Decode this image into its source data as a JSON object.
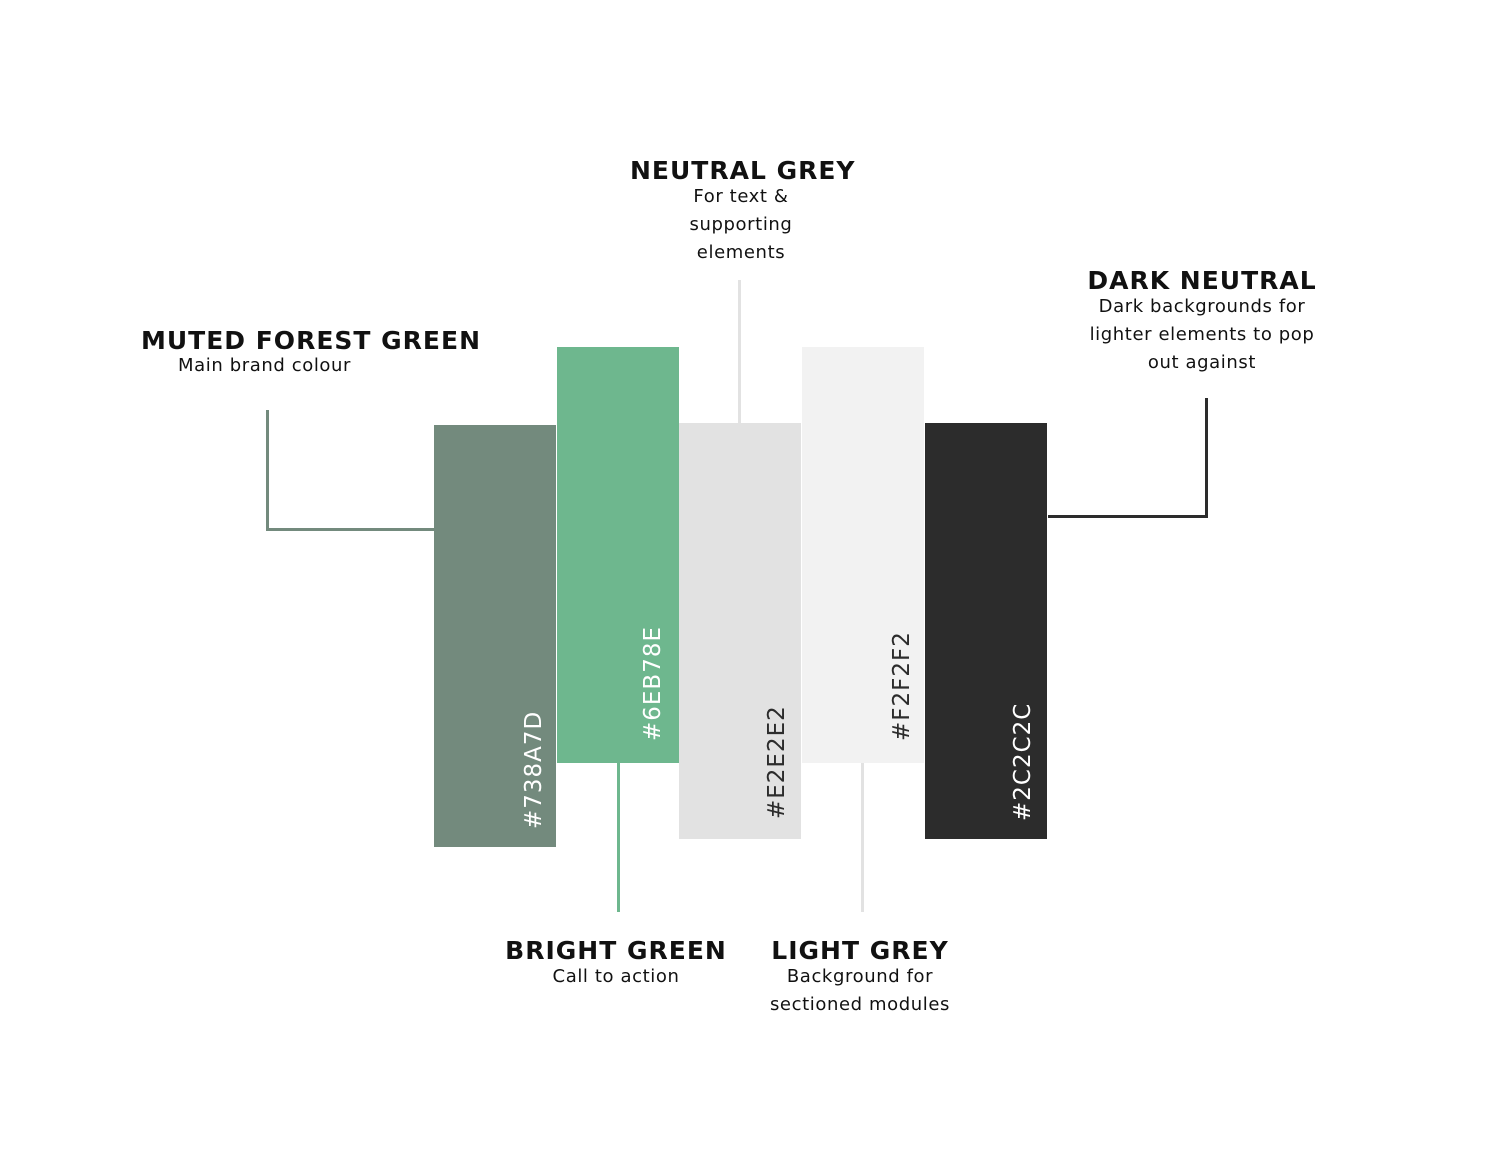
{
  "swatches": [
    {
      "id": "muted-forest-green",
      "hex": "#738A7D",
      "color": "#738A7D",
      "text_color": "#FFFFFF",
      "name": "MUTED FOREST GREEN",
      "description": "Main brand colour"
    },
    {
      "id": "bright-green",
      "hex": "#6EB78E",
      "color": "#6EB78E",
      "text_color": "#FFFFFF",
      "name": "BRIGHT GREEN",
      "description": "Call to action"
    },
    {
      "id": "neutral-grey",
      "hex": "#E2E2E2",
      "color": "#E2E2E2",
      "text_color": "#2C2C2C",
      "name": "NEUTRAL GREY",
      "description": "For text & supporting elements"
    },
    {
      "id": "light-grey",
      "hex": "#F2F2F2",
      "color": "#F2F2F2",
      "text_color": "#2C2C2C",
      "name": "LIGHT GREY",
      "description": "Background for sectioned modules"
    },
    {
      "id": "dark-neutral",
      "hex": "#2C2C2C",
      "color": "#2C2C2C",
      "text_color": "#FFFFFF",
      "name": "DARK NEUTRAL",
      "description": "Dark backgrounds for lighter elements to pop out against"
    }
  ]
}
